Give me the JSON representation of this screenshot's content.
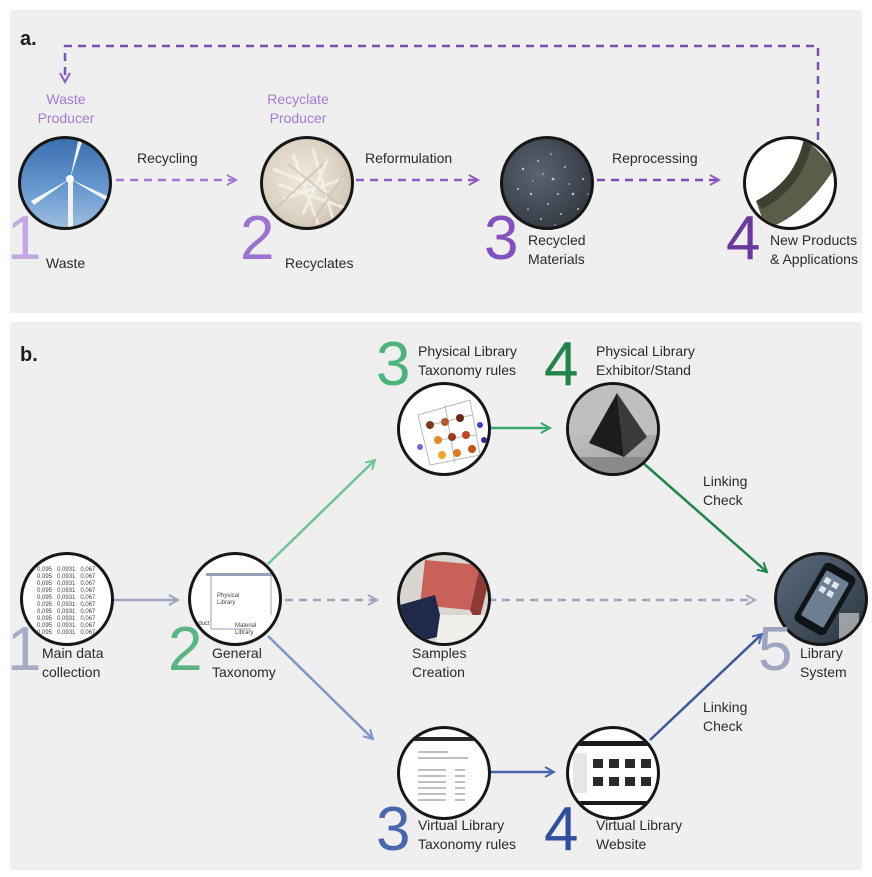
{
  "panel_a": {
    "label": "a.",
    "roles": {
      "waste_producer": "Waste\nProducer",
      "recyclate_producer": "Recyclate\nProducer"
    },
    "steps": [
      {
        "number": "1",
        "label": "Waste"
      },
      {
        "number": "2",
        "label": "Recyclates"
      },
      {
        "number": "3",
        "label": "Recycled\nMaterials"
      },
      {
        "number": "4",
        "label": "New Products\n& Applications"
      }
    ],
    "edges": [
      "Recycling",
      "Reformulation",
      "Reprocessing"
    ]
  },
  "panel_b": {
    "label": "b.",
    "nodes": {
      "main_data": {
        "number": "1",
        "label": "Main data\ncollection"
      },
      "general_taxonomy": {
        "number": "2",
        "label": "General\nTaxonomy"
      },
      "physical_rules": {
        "number": "3",
        "label": "Physical Library\nTaxonomy rules"
      },
      "physical_stand": {
        "number": "4",
        "label": "Physical Library\nExhibitor/Stand"
      },
      "samples": {
        "label": "Samples\nCreation"
      },
      "virtual_rules": {
        "number": "3",
        "label": "Virtual Library\nTaxonomy rules"
      },
      "virtual_website": {
        "number": "4",
        "label": "Virtual Library\nWebsite"
      },
      "library_system": {
        "number": "5",
        "label": "Library\nSystem"
      }
    },
    "linking_top": "Linking\nCheck",
    "linking_bottom": "Linking\nCheck",
    "taxonomy_thumb_text": {
      "physical": "Physical\nLibrary",
      "material": "Material\nLibrary",
      "product": "oduct\ny"
    }
  },
  "colors": {
    "purple_light": "#a67ad4",
    "purple": "#8e5cc2",
    "purple_dark": "#6a3a9e",
    "green_light": "#6cc593",
    "green": "#3aa56f",
    "green_dark": "#1f8548",
    "blue": "#4a67ad",
    "gray_blue": "#9ea5c1"
  }
}
